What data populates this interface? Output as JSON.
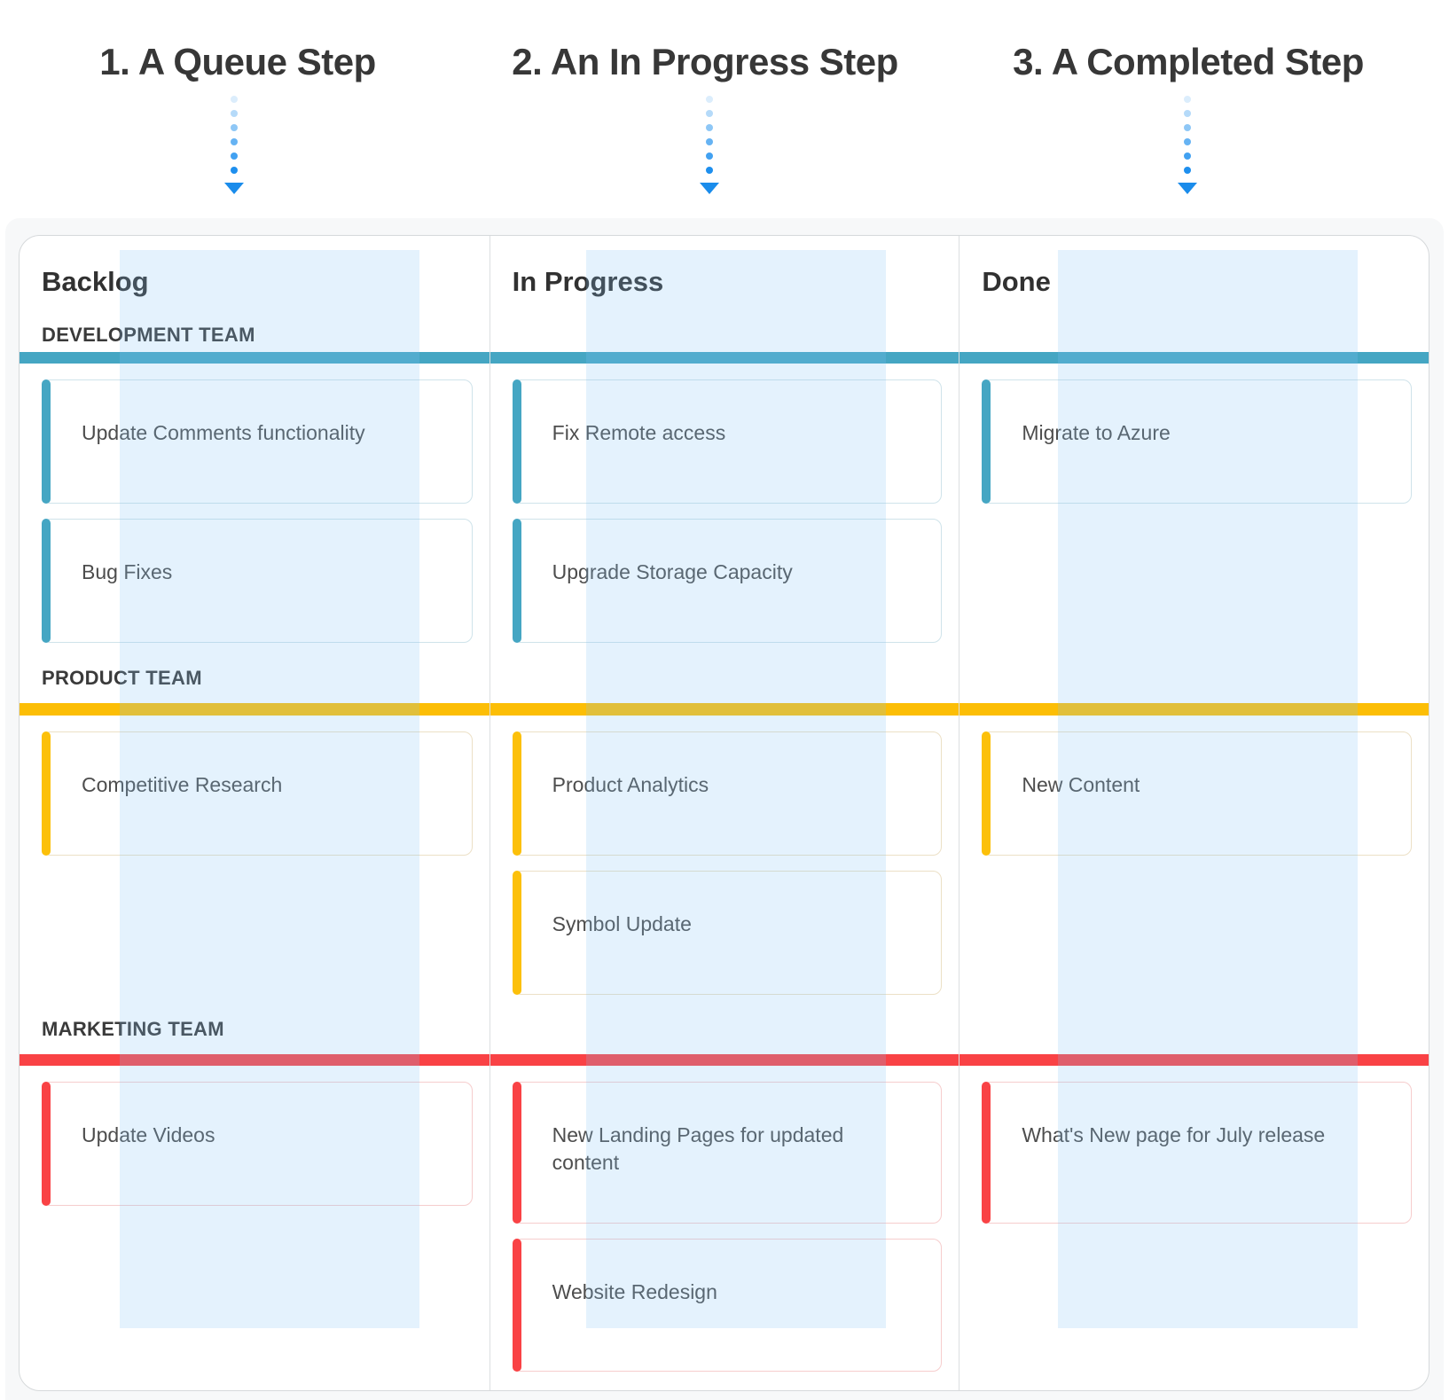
{
  "annotations": {
    "steps": [
      {
        "label": "1. A Queue Step"
      },
      {
        "label": "2. An In Progress Step"
      },
      {
        "label": "3. A Completed Step"
      }
    ],
    "arrow_icon": "dotted-down-arrow",
    "arrow_color": "#1e8fee"
  },
  "board": {
    "highlight_band_color": "#e4f2fd",
    "lanes": [
      {
        "name": "DEVELOPMENT TEAM",
        "color": "#45a6c3"
      },
      {
        "name": "PRODUCT TEAM",
        "color": "#fcbe06"
      },
      {
        "name": "MARKETING TEAM",
        "color": "#f94245"
      }
    ],
    "columns": [
      {
        "title": "Backlog",
        "lanes": [
          {
            "cards": [
              "Update Comments functionality",
              "Bug Fixes"
            ]
          },
          {
            "cards": [
              "Competitive Research"
            ]
          },
          {
            "cards": [
              "Update Videos"
            ]
          }
        ]
      },
      {
        "title": "In Progress",
        "lanes": [
          {
            "cards": [
              "Fix Remote access",
              "Upgrade Storage Capacity"
            ]
          },
          {
            "cards": [
              "Product Analytics",
              "Symbol Update"
            ]
          },
          {
            "cards": [
              "New Landing Pages for updated content",
              "Website Redesign"
            ]
          }
        ]
      },
      {
        "title": "Done",
        "lanes": [
          {
            "cards": [
              "Migrate to Azure"
            ]
          },
          {
            "cards": [
              "New Content"
            ]
          },
          {
            "cards": [
              "What's New page for July release"
            ]
          }
        ]
      }
    ]
  }
}
